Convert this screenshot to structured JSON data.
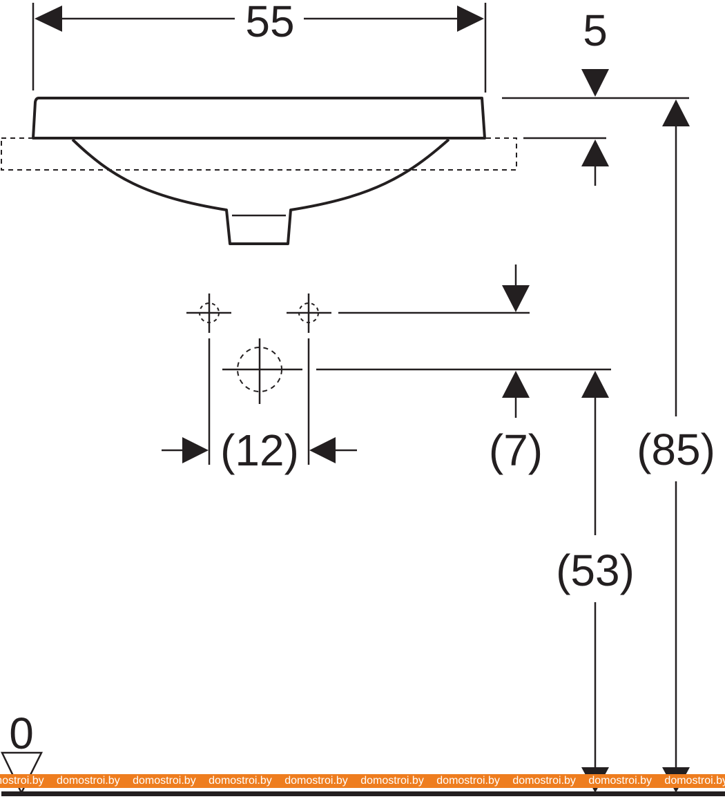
{
  "dimensions": {
    "width": "55",
    "rim_height": "5",
    "tap_spacing": "(12)",
    "tap_offset": "(7)",
    "total_height": "(85)",
    "drain_height": "(53)",
    "floor_level": "0"
  },
  "watermark": {
    "text": "domostroi.by",
    "color": "#ee7d1f"
  }
}
